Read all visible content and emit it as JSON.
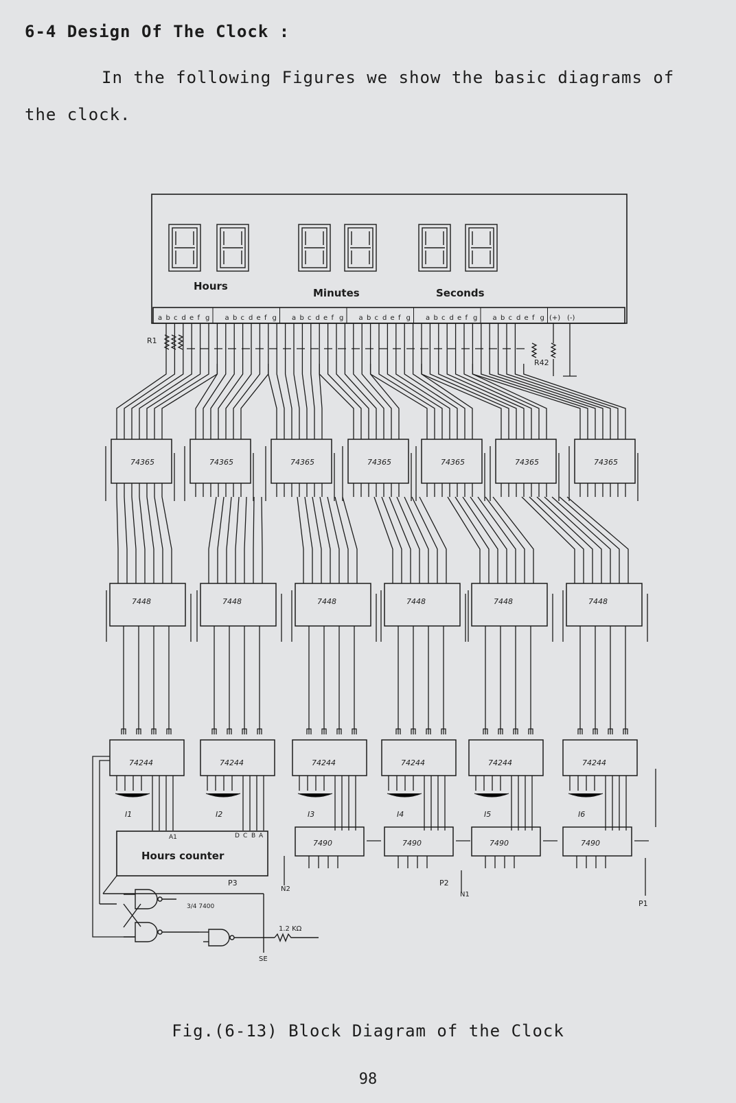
{
  "heading": "6-4 Design Of The Clock :",
  "intro": {
    "line1": "In the following Figures we show the basic diagrams of",
    "line2": "the clock."
  },
  "display": {
    "labels": [
      "Hours",
      "Minutes",
      "Seconds"
    ],
    "pins": [
      "a",
      "b",
      "c",
      "d",
      "e",
      "f",
      "g"
    ],
    "power_pins": [
      "(+)",
      "(-)"
    ],
    "resistor_start": "R1",
    "resistor_end": "R42"
  },
  "chips": {
    "decoder_driver": "74365",
    "bcd_decoder": "7448",
    "buffer": "74244",
    "counter": "7490",
    "gate": "3/4 7400"
  },
  "blocks": {
    "hours_counter": "Hours counter",
    "hours_counter_pins": [
      "D",
      "C",
      "B",
      "A"
    ]
  },
  "inputs": [
    "I1",
    "I2",
    "I3",
    "I4",
    "I5",
    "I6"
  ],
  "signals": {
    "p1": "P1",
    "p2": "P2",
    "p3": "P3",
    "n1": "N1",
    "n2": "N2",
    "se": "SE",
    "resistor": "1.2 KΩ",
    "a1": "A1"
  },
  "caption": "Fig.(6-13) Block Diagram of the Clock",
  "page_number": "98"
}
